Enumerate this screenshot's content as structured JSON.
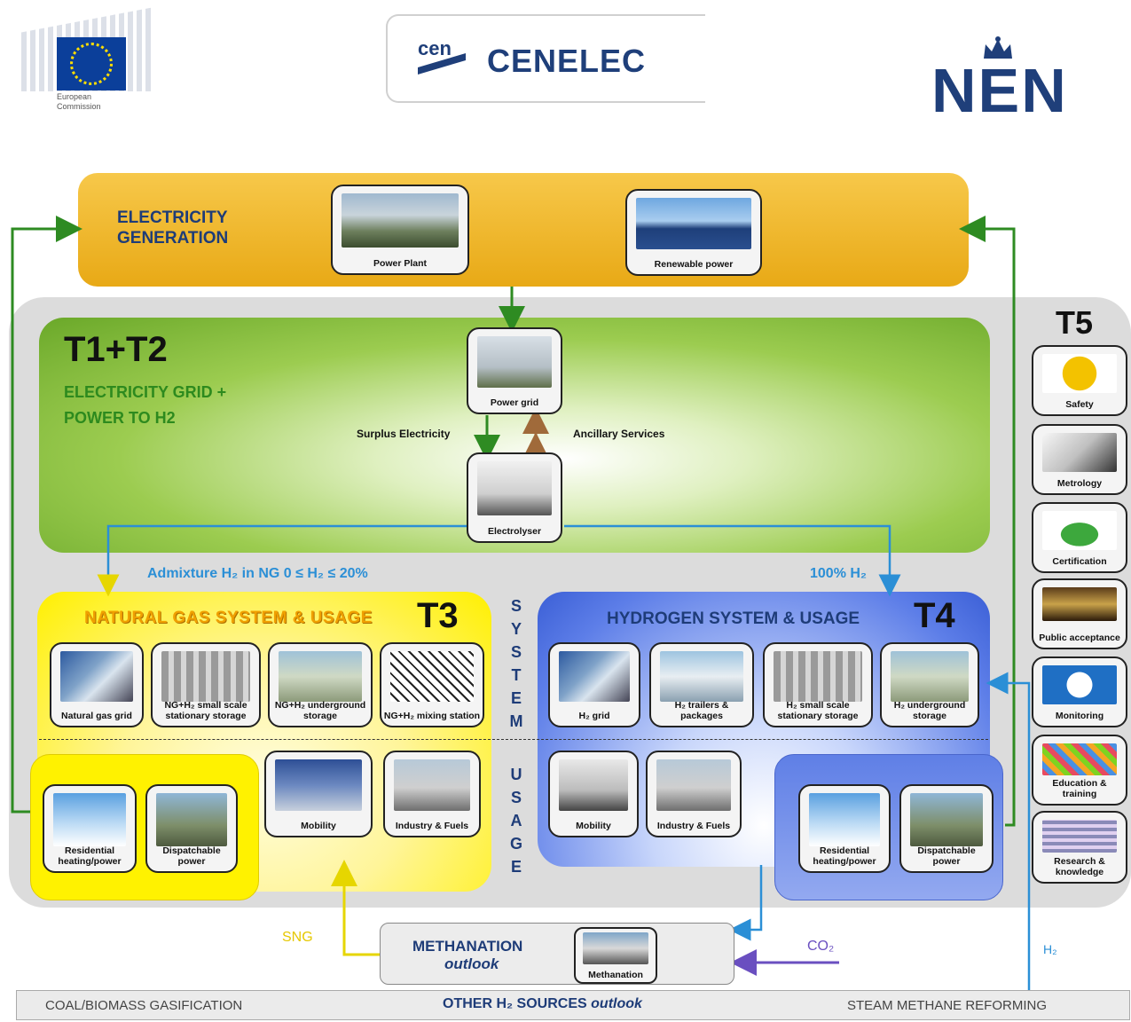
{
  "logos": {
    "ec_line1": "European",
    "ec_line2": "Commission",
    "cen_mark": "cen",
    "cenelec": "CENELEC",
    "nen": "NEN"
  },
  "generation": {
    "title_line1": "ELECTRICITY",
    "title_line2": "GENERATION",
    "tiles": [
      "Power Plant",
      "Renewable power"
    ]
  },
  "grid": {
    "tag": "T1+T2",
    "title_line1": "ELECTRICITY GRID +",
    "title_line2": "POWER TO H2",
    "power_grid": "Power grid",
    "electrolyser": "Electrolyser",
    "surplus": "Surplus Electricity",
    "ancillary": "Ancillary  Services"
  },
  "flows": {
    "admixture": "Admixture H₂ in NG  0 ≤ H₂ ≤ 20%",
    "pure_h2": "100% H₂",
    "sng": "SNG",
    "co2": "CO₂",
    "h2": "H₂"
  },
  "ng_system": {
    "tag": "T3",
    "title": "NATURAL GAS SYSTEM & USAGE",
    "system_tiles": [
      "Natural gas grid",
      "NG+H₂ small scale stationary storage",
      "NG+H₂ underground storage",
      "NG+H₂ mixing station"
    ],
    "usage_tiles": [
      "Mobility",
      "Industry & Fuels"
    ],
    "sub_tiles": [
      "Residential heating/power",
      "Dispatchable power"
    ]
  },
  "h2_system": {
    "tag": "T4",
    "title": "HYDROGEN SYSTEM & USAGE",
    "system_tiles": [
      "H₂ grid",
      "H₂ trailers & packages",
      "H₂ small scale stationary storage",
      "H₂ underground storage"
    ],
    "usage_tiles": [
      "Mobility",
      "Industry & Fuels"
    ],
    "sub_tiles": [
      "Residential heating/power",
      "Dispatchable power"
    ]
  },
  "vertical": {
    "system": [
      "S",
      "Y",
      "S",
      "T",
      "E",
      "M"
    ],
    "usage": [
      "U",
      "S",
      "A",
      "G",
      "E"
    ]
  },
  "t5": {
    "tag": "T5",
    "items": [
      "Safety",
      "Metrology",
      "Certification",
      "Public acceptance",
      "Monitoring",
      "Education & training",
      "Research & knowledge"
    ]
  },
  "methanation": {
    "title": "METHANATION",
    "subtitle": "outlook",
    "tile": "Methanation"
  },
  "sources": {
    "left": "COAL/BIOMASS GASIFICATION",
    "middle": "OTHER H₂ SOURCES",
    "middle_italic": "outlook",
    "right": "STEAM METHANE REFORMING"
  }
}
